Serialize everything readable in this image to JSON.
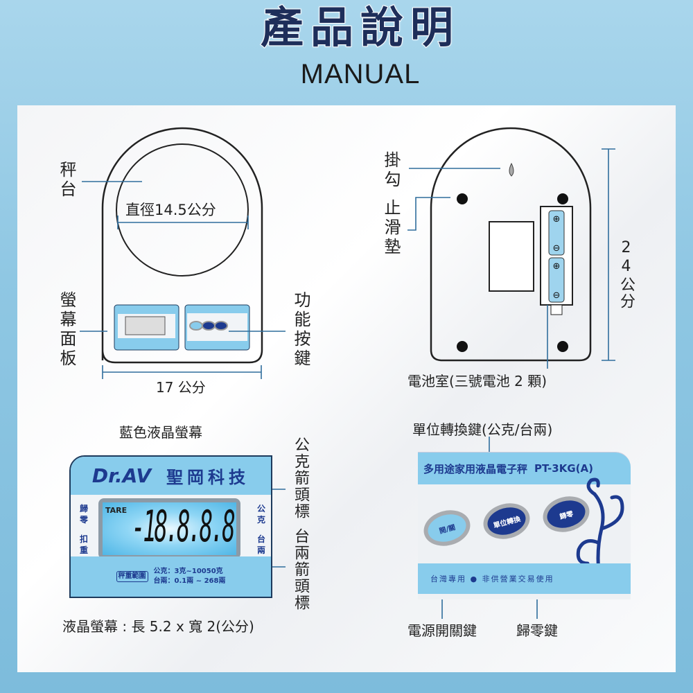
{
  "header": {
    "title": "產品說明",
    "subtitle": "MANUAL"
  },
  "top_left": {
    "platform_label": "秤台",
    "diameter_label": "直徑14.5公分",
    "display_panel_label": "螢幕面板",
    "function_keys_label": "功能按鍵",
    "width_label": "17 公分"
  },
  "top_right": {
    "hook_label": "掛勾",
    "antislip_label": "止滑墊",
    "height_label": "24公分",
    "battery_label": "電池室(三號電池 2 顆)"
  },
  "lcd": {
    "heading": "藍色液晶螢幕",
    "brand": "Dr.AV",
    "brand_cn": "聖岡科技",
    "tare_left_top": "歸零",
    "tare_left_bottom": "扣重",
    "tare_text": "TARE",
    "digits": "-18.8.8.8",
    "unit_gram": "公克",
    "unit_tael": "台兩",
    "range_title": "秤重範圍",
    "range_gram": "公克：3克~10050克",
    "range_tael": "台兩：0.1兩 ~ 268兩",
    "gram_arrow_label": "公克箭頭標",
    "tael_arrow_label": "台兩箭頭標",
    "size_caption": "液晶螢幕 : 長 5.2 x 寬 2(公分)"
  },
  "buttons": {
    "unit_switch_label": "單位轉換鍵(公克/台兩)",
    "panel_title": "多用途家用液晶電子秤",
    "model": "PT-3KG(A)",
    "btn_power": "開/關",
    "btn_unit": "單位轉換",
    "btn_zero": "歸零",
    "footer": "台灣專用 ● 非供營業交易使用",
    "power_label": "電源開關鍵",
    "zero_label": "歸零鍵"
  },
  "colors": {
    "accent": "#88ccec",
    "navy": "#1d3a8f",
    "line": "#2f6d9c"
  }
}
